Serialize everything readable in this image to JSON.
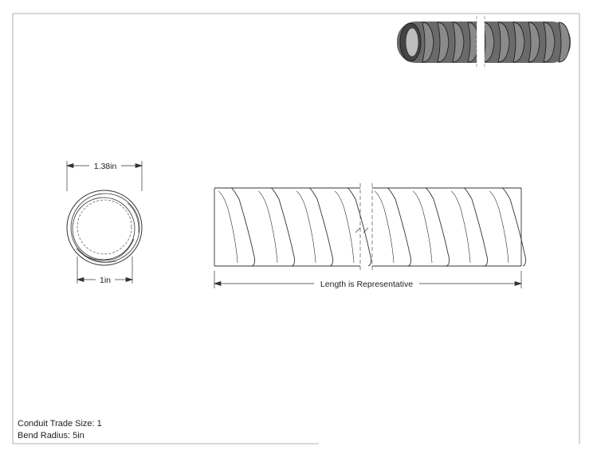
{
  "end_view": {
    "outer_diameter_label": "1.38in",
    "inner_diameter_label": "1in"
  },
  "side_view": {
    "length_label": "Length is Representative"
  },
  "notes": {
    "trade_size": "Conduit Trade Size: 1",
    "bend_radius": "Bend Radius: 5in"
  }
}
